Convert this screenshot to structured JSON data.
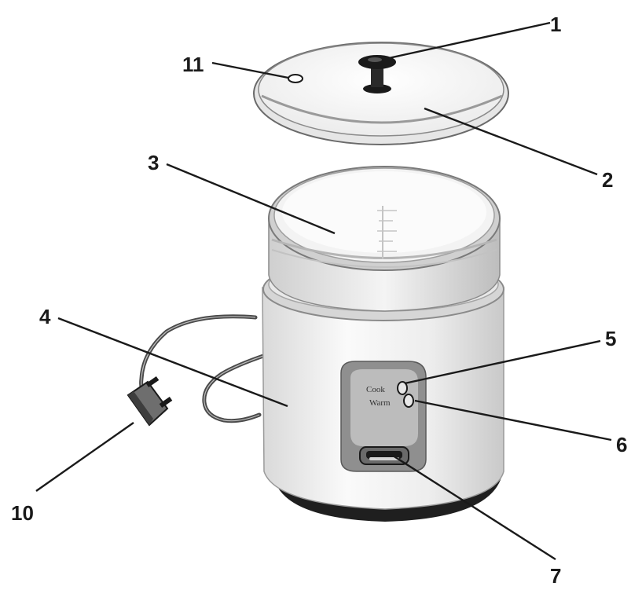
{
  "callouts": {
    "c1": "1",
    "c2": "2",
    "c3": "3",
    "c4": "4",
    "c5": "5",
    "c6": "6",
    "c7": "7",
    "c10": "10",
    "c11": "11"
  },
  "panel": {
    "cook": "Cook",
    "warm": "Warm"
  },
  "colors": {
    "line": "#1a1a1a",
    "body": "#f2f2f2",
    "panel": "#8f8f8f",
    "base": "#2a2a2a"
  }
}
